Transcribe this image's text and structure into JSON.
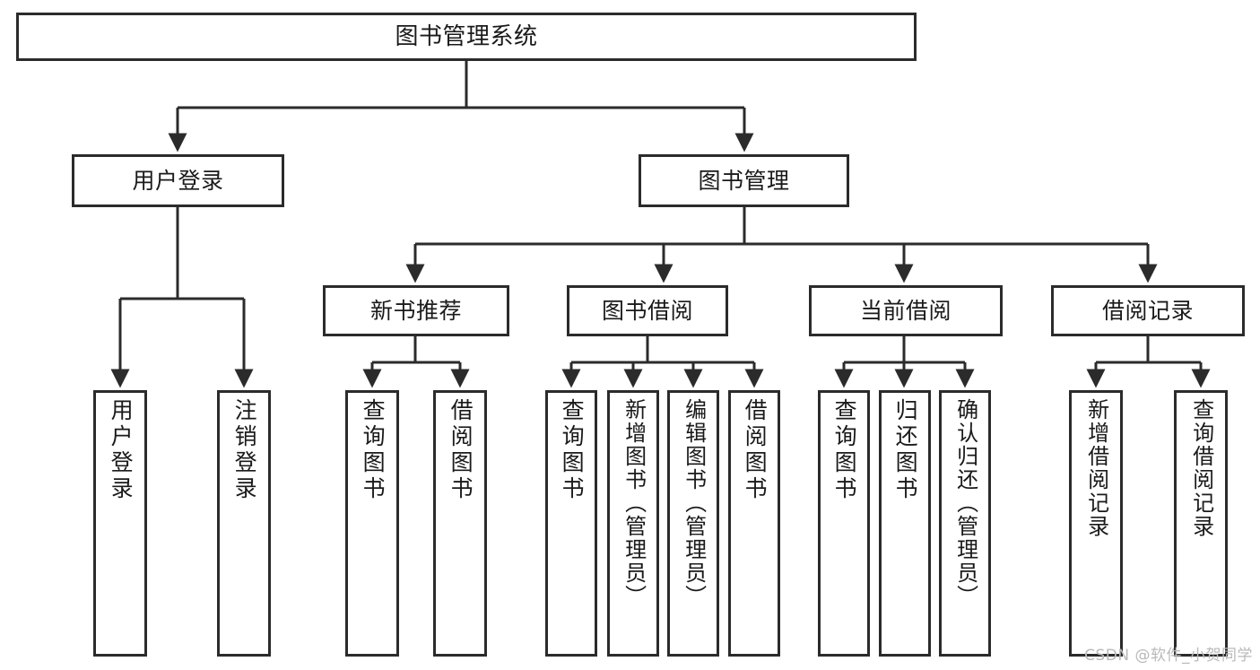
{
  "diagram": {
    "title": "图书管理系统",
    "type": "hierarchy-tree",
    "watermark": "CSDN @软件_小贺同学",
    "colors": {
      "stroke": "#2b2b2b",
      "fill": "#ffffff",
      "text": "#1a1a1a",
      "watermark": "#b9b9b9"
    },
    "root": {
      "label": "图书管理系统"
    },
    "level2": [
      {
        "id": "user-login",
        "label": "用户登录"
      },
      {
        "id": "book-manage",
        "label": "图书管理"
      }
    ],
    "level3": [
      {
        "id": "new-book-recommend",
        "label": "新书推荐"
      },
      {
        "id": "book-borrow",
        "label": "图书借阅"
      },
      {
        "id": "current-borrow",
        "label": "当前借阅"
      },
      {
        "id": "borrow-record",
        "label": "借阅记录"
      }
    ],
    "leaves": {
      "user_login": [
        {
          "id": "leaf-user-login",
          "label": "用户登录"
        },
        {
          "id": "leaf-logout-login",
          "label": "注销登录"
        }
      ],
      "new_book_recommend": [
        {
          "id": "leaf-query-book-1",
          "label": "查询图书"
        },
        {
          "id": "leaf-borrow-book-1",
          "label": "借阅图书"
        }
      ],
      "book_borrow": [
        {
          "id": "leaf-query-book-2",
          "label": "查询图书"
        },
        {
          "id": "leaf-add-book",
          "label": "新增图书（管理员）"
        },
        {
          "id": "leaf-edit-book",
          "label": "编辑图书（管理员）"
        },
        {
          "id": "leaf-borrow-book-2",
          "label": "借阅图书"
        }
      ],
      "current_borrow": [
        {
          "id": "leaf-query-book-3",
          "label": "查询图书"
        },
        {
          "id": "leaf-return-book",
          "label": "归还图书"
        },
        {
          "id": "leaf-confirm-return",
          "label": "确认归还（管理员）"
        }
      ],
      "borrow_record": [
        {
          "id": "leaf-add-record",
          "label": "新增借阅记录"
        },
        {
          "id": "leaf-query-record",
          "label": "查询借阅记录"
        }
      ]
    }
  }
}
